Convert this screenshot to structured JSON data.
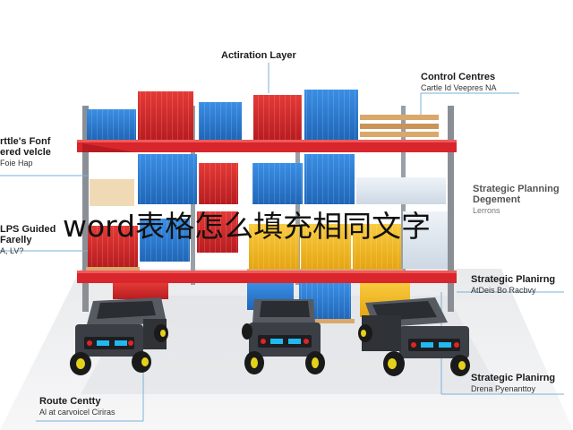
{
  "diagram": {
    "overlay_text": "word表格怎么填充相同文字",
    "labels": {
      "activation_layer": {
        "title": "Actiration Layer",
        "sub": ""
      },
      "control_centres": {
        "title": "Control Centres",
        "sub": "Cartle Id Veepres NA"
      },
      "left_top": {
        "title": "rttle's Fonf",
        "line2": "ered velcle",
        "sub": "Foie Hap"
      },
      "strategic_faint": {
        "title": "Strategic Planning",
        "line2": "Degement",
        "sub": "Lerrons"
      },
      "gps_guided": {
        "title": "LPS Guided",
        "line2": "Farelly",
        "sub": "A, LV?"
      },
      "strategic_mid": {
        "title": "Strategic Planirng",
        "sub": "AtDeis Bo Racbvy"
      },
      "strategic_bottom": {
        "title": "Strategic Planirng",
        "sub": "Drena Pyenanttoy"
      },
      "route_centy": {
        "title": "Route Centty",
        "sub": "Al at carvoicel Ciriras"
      }
    },
    "colors": {
      "rack_red": "#d8262c",
      "upright_gray": "#8a8f96",
      "crate_blue": "#2d7fd6",
      "crate_red": "#d92a2a",
      "crate_yellow": "#f4b81c",
      "pallet_wood": "#d9a86a",
      "robot_body": "#3b3f45",
      "wheel_rim": "#e4d21a",
      "led_blue": "#22b8f0",
      "led_red": "#e02424"
    },
    "icons": [
      "robot-icon"
    ]
  }
}
